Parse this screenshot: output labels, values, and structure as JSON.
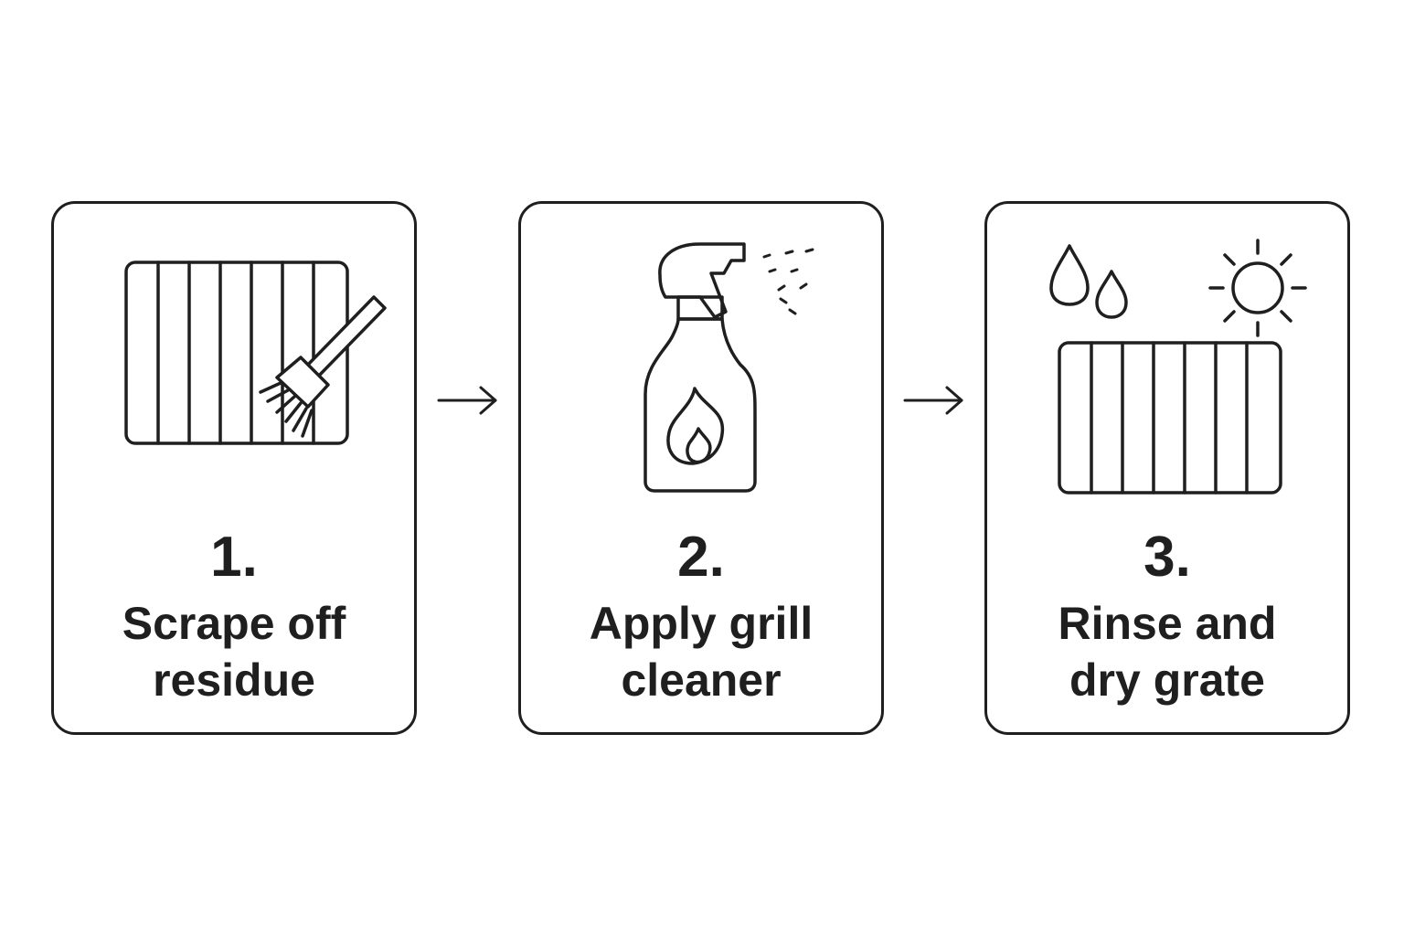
{
  "steps": [
    {
      "number": "1.",
      "label_lines": [
        "Scrape off",
        "residue"
      ],
      "icons": [
        "grill-grate-icon",
        "brush-icon"
      ]
    },
    {
      "number": "2.",
      "label_lines": [
        "Apply grill",
        "cleaner"
      ],
      "icons": [
        "spray-bottle-icon",
        "flame-icon",
        "spray-mist-icon"
      ]
    },
    {
      "number": "3.",
      "label_lines": [
        "Rinse and",
        "dry grate"
      ],
      "icons": [
        "water-drops-icon",
        "sun-icon",
        "grill-grate-icon"
      ]
    }
  ],
  "connectors": [
    "arrow-right-icon",
    "arrow-right-icon"
  ],
  "colors": {
    "ink": "#1f1f1f",
    "background": "#ffffff"
  }
}
